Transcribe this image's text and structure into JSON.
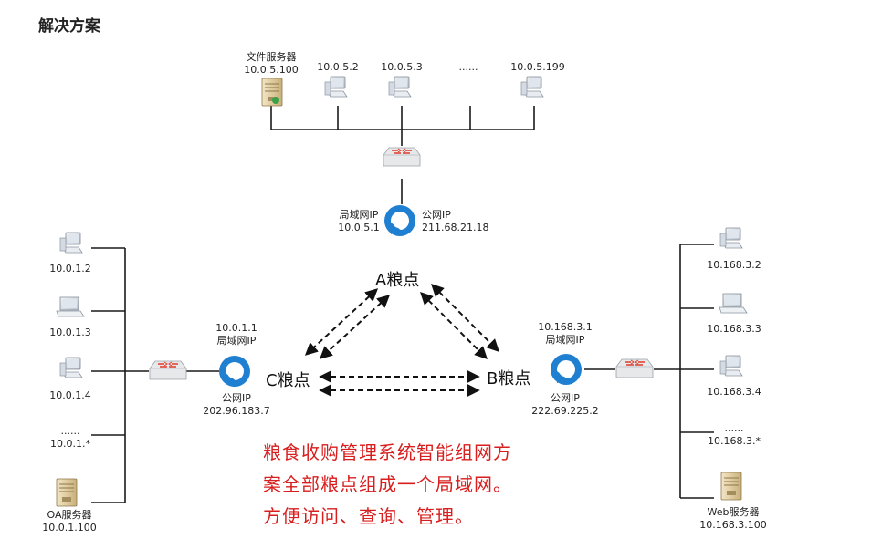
{
  "title": "解决方案",
  "top_site": {
    "devices": [
      {
        "name": "文件服务器",
        "ip": "10.0.5.100"
      },
      {
        "ip": "10.0.5.2"
      },
      {
        "ip": "10.0.5.3"
      },
      {
        "ip": "......"
      },
      {
        "ip": "10.0.5.199"
      }
    ],
    "lan_label": "局域网IP",
    "lan_ip": "10.0.5.1",
    "public_label": "公网IP",
    "public_ip": "211.68.21.18",
    "node": "A粮点"
  },
  "left_site": {
    "devices": [
      {
        "ip": "10.0.1.2"
      },
      {
        "ip": "10.0.1.3"
      },
      {
        "ip": "10.0.1.4"
      },
      {
        "dots": "......",
        "ip": "10.0.1.*"
      },
      {
        "name": "OA服务器",
        "ip": "10.0.1.100"
      }
    ],
    "lan_ip": "10.0.1.1",
    "lan_label": "局域网IP",
    "public_label": "公网IP",
    "public_ip": "202.96.183.7",
    "node": "C粮点"
  },
  "right_site": {
    "devices": [
      {
        "ip": "10.168.3.2"
      },
      {
        "ip": "10.168.3.3"
      },
      {
        "ip": "10.168.3.4"
      },
      {
        "dots": "......",
        "ip": "10.168.3.*"
      },
      {
        "name": "Web服务器",
        "ip": "10.168.3.100"
      }
    ],
    "lan_ip": "10.168.3.1",
    "lan_label": "局域网IP",
    "public_label": "公网IP",
    "public_ip": "222.69.225.2",
    "node": "B粮点"
  },
  "note_lines": [
    "粮食收购管理系统智能组网方",
    "案全部粮点组成一个局域网。",
    "方便访问、查询、管理。"
  ],
  "colors": {
    "router": "#1f7fd0",
    "note": "#d81e1e",
    "switch": "#e03a2a"
  }
}
